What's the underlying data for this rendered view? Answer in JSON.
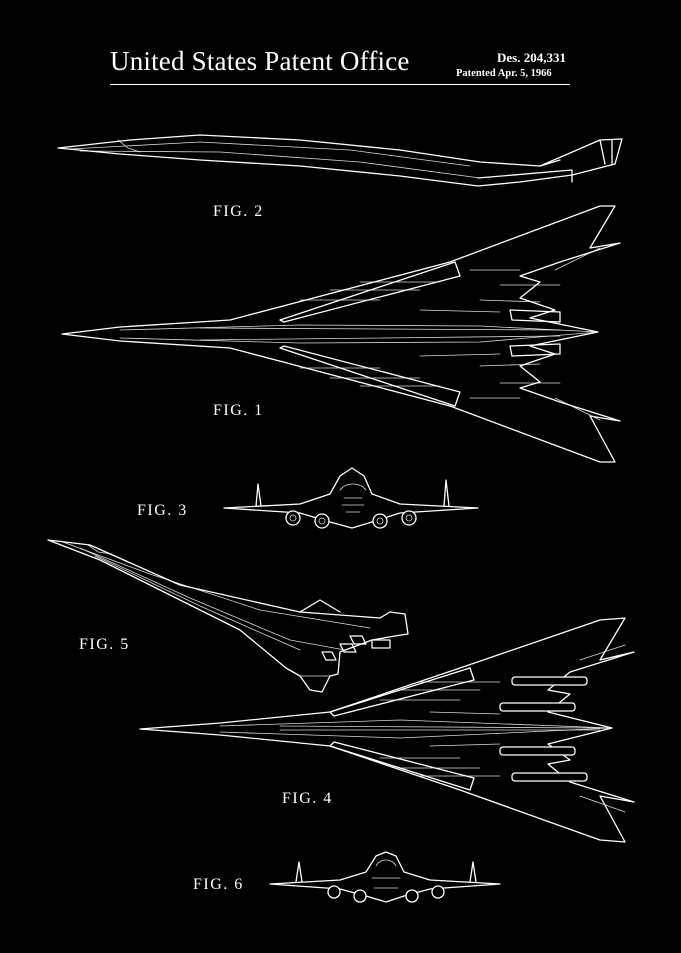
{
  "header": {
    "title": "United States Patent Office",
    "design_number": "Des. 204,331",
    "patent_date": "Patented Apr. 5, 1966"
  },
  "figures": {
    "fig2": "FIG. 2",
    "fig1": "FIG. 1",
    "fig3": "FIG. 3",
    "fig5": "FIG. 5",
    "fig4": "FIG. 4",
    "fig6": "FIG. 6"
  },
  "colors": {
    "background": "#000000",
    "ink": "#ffffff"
  }
}
